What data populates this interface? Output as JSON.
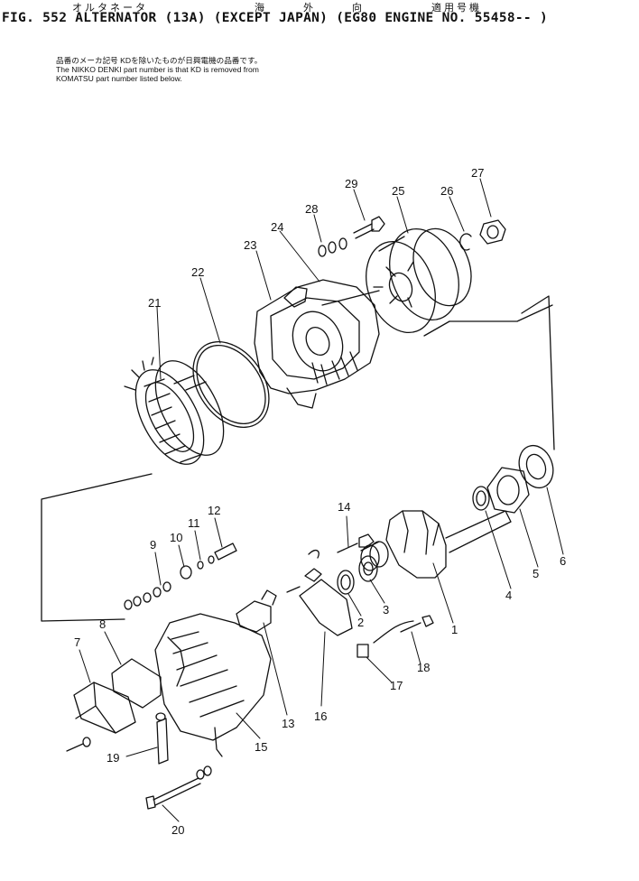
{
  "header": {
    "jp_title_1": "オルタネータ",
    "jp_title_2": "海",
    "jp_title_3": "外",
    "jp_title_4": "向",
    "jp_title_5": "適用号機",
    "title": "FIG. 552  ALTERNATOR (13A) (EXCEPT JAPAN) (EG80 ENGINE NO. 55458-- )"
  },
  "notes": {
    "line1": "品番のメーカ記号 KDを除いたものが日興電機の品番です。",
    "line2": "The NIKKO DENKI part number is that KD is removed from",
    "line3": "KOMATSU part number listed below."
  },
  "callouts": [
    "1",
    "2",
    "3",
    "4",
    "5",
    "6",
    "7",
    "8",
    "9",
    "10",
    "11",
    "12",
    "13",
    "14",
    "15",
    "16",
    "17",
    "18",
    "19",
    "20",
    "21",
    "22",
    "23",
    "24",
    "25",
    "26",
    "27",
    "28",
    "29"
  ]
}
